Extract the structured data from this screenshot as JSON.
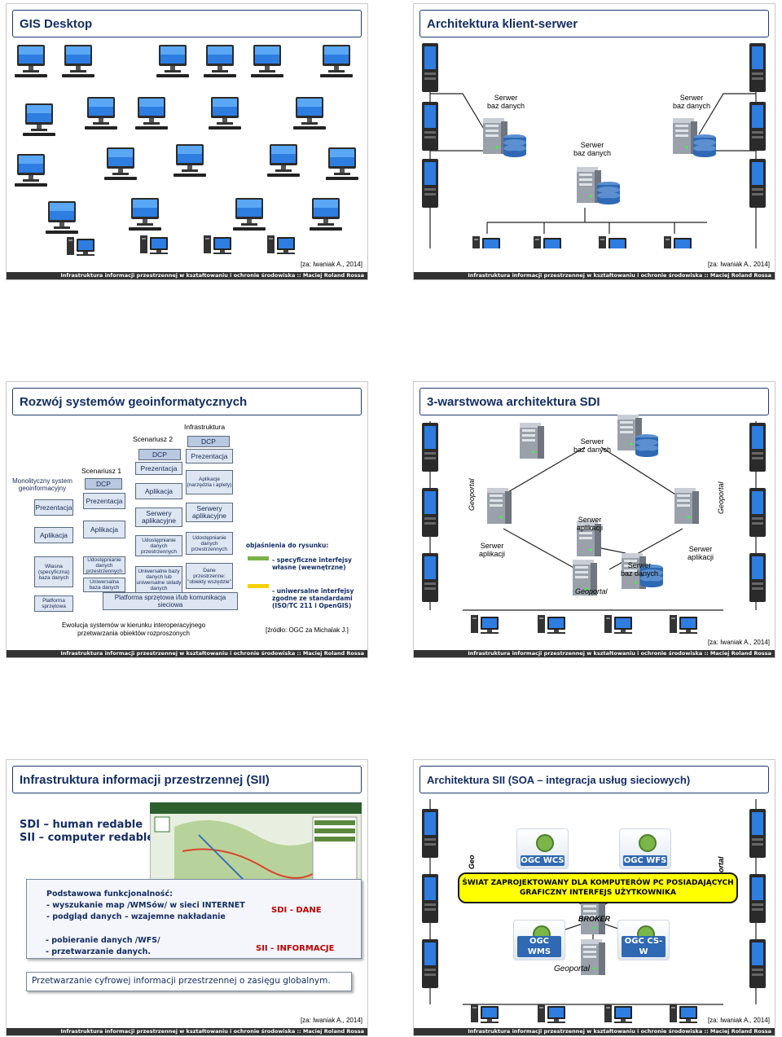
{
  "footer_text": "Infrastruktura informacji przestrzennej w kształtowaniu i ochronie środowiska :: Maciej Roland Rossa",
  "slides": {
    "s1": {
      "title": "GIS Desktop",
      "source": "[za: Iwaniak A., 2014]"
    },
    "s2": {
      "title": "Architektura klient-serwer",
      "source": "[za: Iwaniak A., 2014]",
      "servers": [
        "Serwer\nbaz danych",
        "Serwer\nbaz danych",
        "Serwer\nbaz danych"
      ]
    },
    "s3": {
      "title": "Rozwój systemów geoinformatycznych",
      "infrastruktura": "Infrastruktura",
      "scen2": "Scenariusz 2",
      "scen1": "Scenariusz 1",
      "monolit": "Monolityczny system geoinformacyjny",
      "prezentacja": "Prezentacja",
      "aplikacja": "Aplikacja",
      "dcp": "DCP",
      "wlasna": "Własna (specyficzna) baza danych",
      "platforma_short": "Platforma sprzętowa",
      "udost": "Udostępnianie danych przestrzennych",
      "uniw_baza": "Uniwersalna baza danych",
      "serwery": "Serwery aplikacyjne",
      "uniw_bazy": "Uniwersalne bazy danych lub uniwersalne składy danych",
      "aplikacje_narz": "Aplikacje (narzędzia i aplety)",
      "dane_obiekty": "Dane przestrzenne: \"obiekty wszędzie\"",
      "platforma": "Platforma sprzętowa i/lub komunikacja sieciowa",
      "objasnienia": "objaśnienia do rysunku:",
      "leg1": "- specyficzne interfejsy własne (wewnętrzne)",
      "leg2": "- uniwersalne interfejsy zgodne ze standardami (ISO/TC 211 i OpenGIS)",
      "caption": "Ewolucja systemów w kierunku interoperacyjnego przetwarzania obiektów rozproszonych",
      "zrodlo": "[źródło: OGC za Michalak J.]"
    },
    "s4": {
      "title": "3-warstwowa architektura SDI",
      "source": "[za: Iwaniak A., 2014]",
      "serwer_bd": "Serwer\nbaz danych",
      "serwer_app": "Serwer\naplikacji",
      "geoportal": "Geoportal"
    },
    "s5": {
      "title": "Infrastruktura informacji przestrzennej (SII)",
      "source": "[za: Iwaniak A., 2014]",
      "sdi_line": "SDI – human redable",
      "sii_line": "SII – computer redable",
      "podst": "Podstawowa funkcjonalność:",
      "p1": "- wyszukanie map /WMSów/ w sieci INTERNET",
      "p2": "- podgląd danych – wzajemne nakładanie",
      "p3": "- pobieranie danych /WFS/",
      "p4": "- przetwarzanie danych.",
      "sdi_dane": "SDI - DANE",
      "sii_info": "SII - INFORMACJE",
      "bottom": "Przetwarzanie cyfrowej informacji przestrzennej o zasięgu globalnym."
    },
    "s6": {
      "title": "Architektura SII (SOA – integracja usług sieciowych)",
      "source": "[za: Iwaniak A., 2014]",
      "swiat": "ŚWIAT ZAPROJEKTOWANY DLA KOMPUTERÓW PC POSIADAJĄCYCH GRAFICZNY INTERFEJS UŻYTKOWNIKA",
      "broker": "BROKER",
      "geoportal": "Geoportal",
      "wcs": "OGC WCS",
      "wfs": "OGC WFS",
      "wms": "OGC WMS",
      "csw": "OGC CS-W",
      "geo_side_l": "Geo",
      "geo_side_r": "ortal"
    }
  },
  "colors": {
    "title_text": "#142d63",
    "footer_bg": "#333333",
    "yellow": "#ffff00",
    "box_blue": "#dde6f2"
  }
}
